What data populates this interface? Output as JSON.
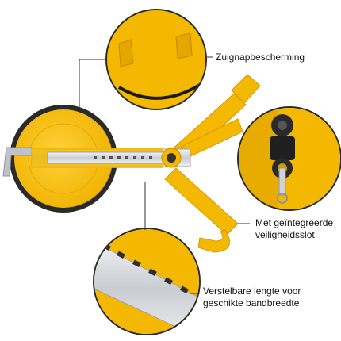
{
  "callouts": {
    "suction_pad": "Zuignapbescherming",
    "lock": [
      "Met geïntegreerde",
      "veiligheidsslot"
    ],
    "adjustable": [
      "Verstelbare lengte voor",
      "geschikte bandbreedte"
    ]
  },
  "colors": {
    "accent": "#f5b800",
    "accent_dark": "#d99a00",
    "steel": "#d8dade",
    "rubber": "#2a2a2a",
    "text": "#111111"
  }
}
